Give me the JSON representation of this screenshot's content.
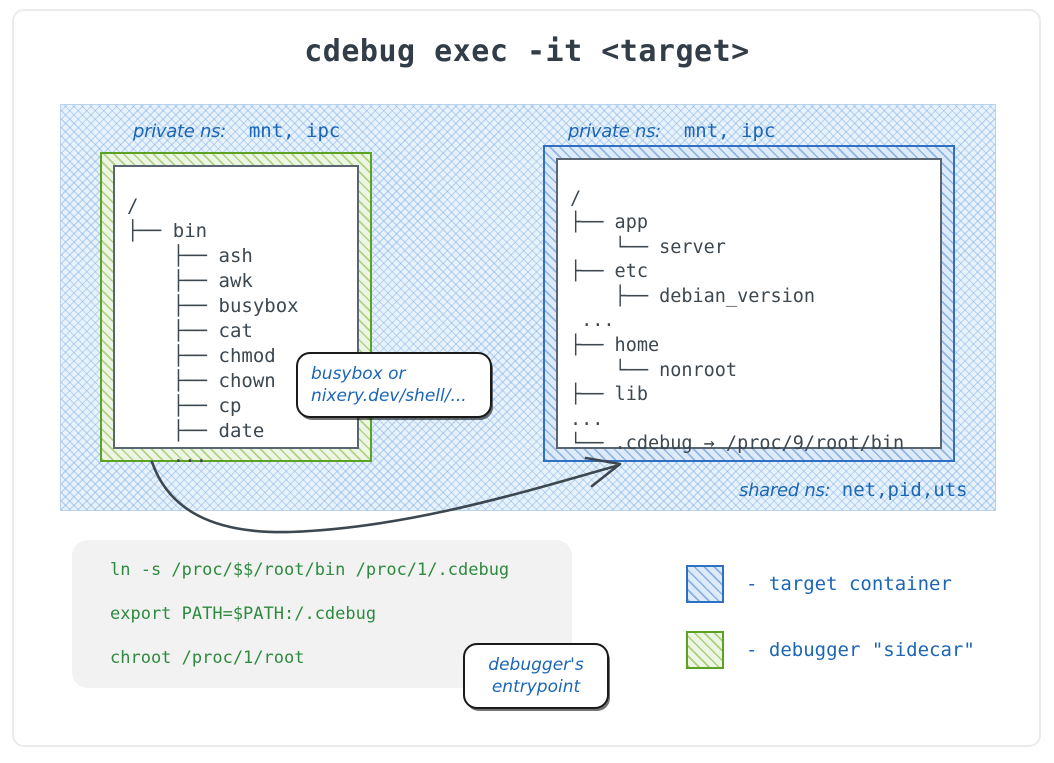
{
  "title": "cdebug exec -it <target>",
  "zones": {
    "shared_ns_prefix": "shared ns:",
    "shared_ns_values": "net,pid,uts",
    "private_ns_prefix": "private ns:",
    "private_ns_values": "mnt, ipc"
  },
  "sidecar": {
    "tree": "/\n├── bin\n    ├── ash\n    ├── awk\n    ├── busybox\n    ├── cat\n    ├── chmod\n    ├── chown\n    ├── cp\n    ├── date\n    ...",
    "entries": [
      "/",
      "bin",
      "ash",
      "awk",
      "busybox",
      "cat",
      "chmod",
      "chown",
      "cp",
      "date",
      "..."
    ]
  },
  "target": {
    "tree": "/\n├── app\n    └── server\n├── etc\n    ├── debian_version\n ...\n├── home\n    └── nonroot\n├── lib\n...\n└── .cdebug → /proc/9/root/bin",
    "entries": [
      "/",
      "app",
      "server",
      "etc",
      "debian_version",
      "...",
      "home",
      "nonroot",
      "lib",
      "...",
      ".cdebug → /proc/9/root/bin"
    ]
  },
  "callouts": {
    "busybox": "busybox or\nnixery.dev/shell/...",
    "entrypoint": "debugger's\nentrypoint"
  },
  "code": {
    "lines": [
      "ln -s /proc/$$/root/bin /proc/1/.cdebug",
      "export PATH=$PATH:/.cdebug",
      "chroot /proc/1/root"
    ],
    "line1": "ln -s /proc/$$/root/bin /proc/1/.cdebug",
    "line2": "export PATH=$PATH:/.cdebug",
    "line3": "chroot /proc/1/root"
  },
  "legend": {
    "items": [
      {
        "label": "- target container",
        "swatch": "target-swatch-icon"
      },
      {
        "label": "- debugger \"sidecar\"",
        "swatch": "sidecar-swatch-icon"
      }
    ],
    "item0_label": "- target container",
    "item1_label": "- debugger \"sidecar\""
  },
  "colors": {
    "blue_text": "#1b66b5",
    "blue_border": "#2f6fc4",
    "green_border": "#5ca225",
    "green_code": "#2d8a3e",
    "tree_text": "#3c4750",
    "title_text": "#333d47"
  }
}
